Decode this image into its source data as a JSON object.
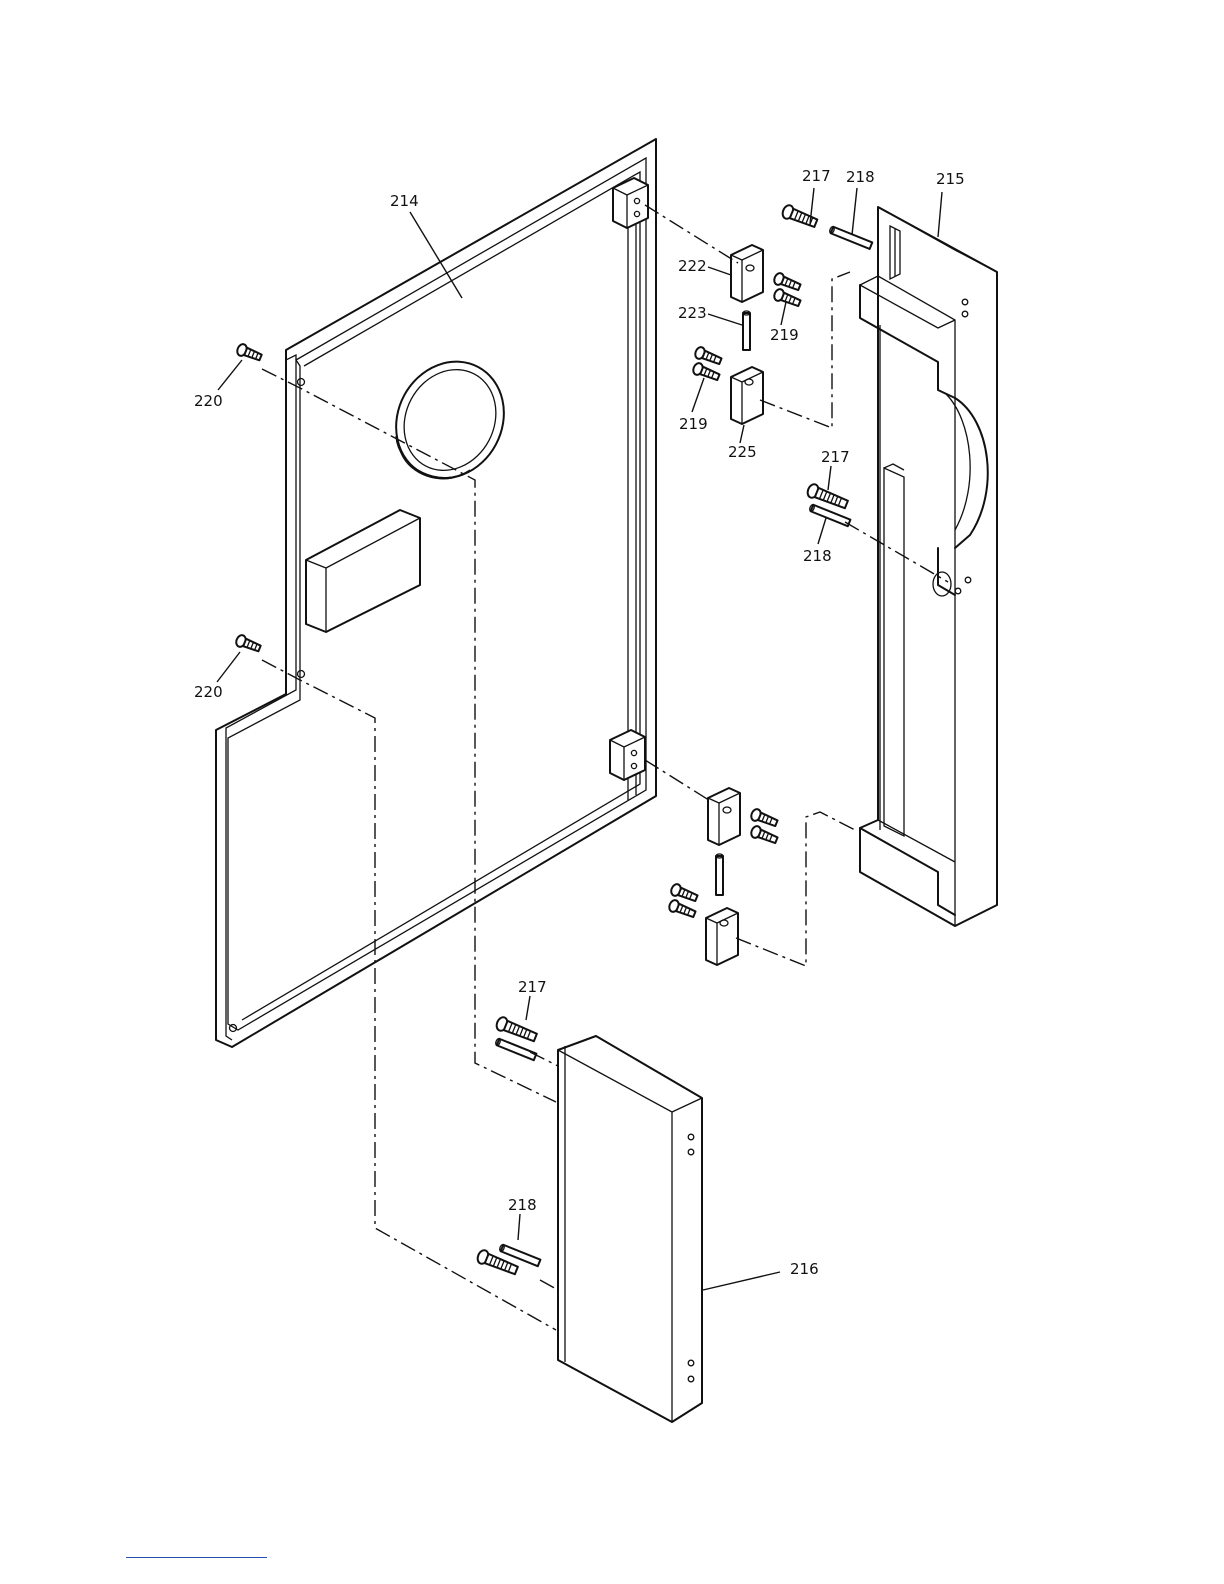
{
  "figure": {
    "callouts": [
      "214",
      "215",
      "216",
      "217",
      "218",
      "219",
      "220",
      "222",
      "223",
      "225"
    ]
  },
  "parts": {
    "door_panel": "214",
    "hinge_frame": "215",
    "mount_block": "216",
    "screw": "217",
    "dowel_pin": "218",
    "hinge_screw": "219",
    "panel_screw": "220",
    "upper_hinge_leaf": "222",
    "hinge_pin": "223",
    "lower_hinge_leaf": "225"
  }
}
